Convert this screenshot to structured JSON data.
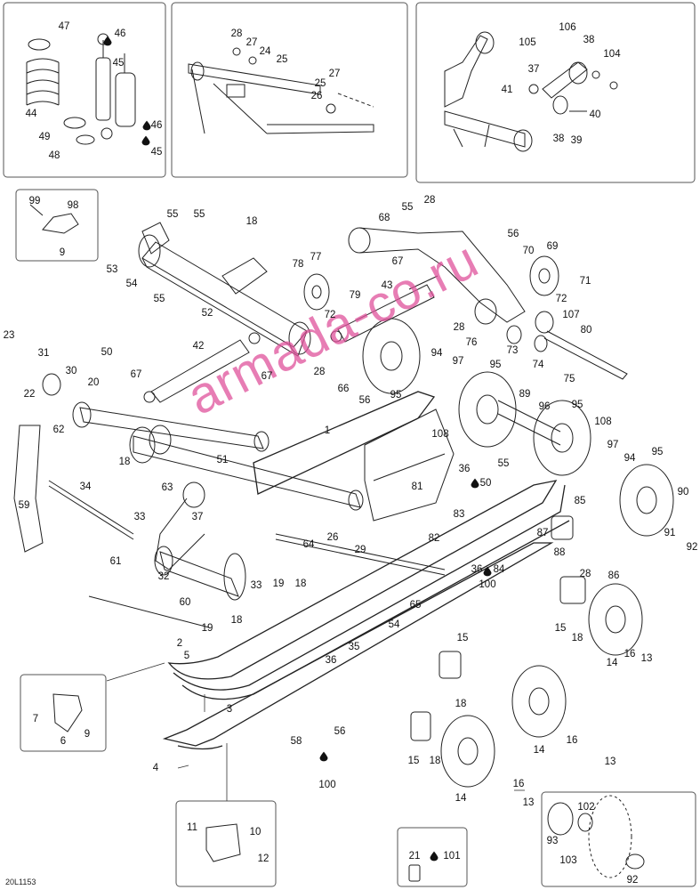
{
  "diagram": {
    "code": "20L1153",
    "watermark": "armada-co.ru"
  },
  "labels": [
    {
      "id": "l47",
      "text": "47"
    },
    {
      "id": "l46a",
      "text": "46"
    },
    {
      "id": "l45a",
      "text": "45"
    },
    {
      "id": "l44",
      "text": "44"
    },
    {
      "id": "l49",
      "text": "49"
    },
    {
      "id": "l48",
      "text": "48"
    },
    {
      "id": "l46b",
      "text": "46"
    },
    {
      "id": "l45b",
      "text": "45"
    },
    {
      "id": "l28a",
      "text": "28"
    },
    {
      "id": "l27a",
      "text": "27"
    },
    {
      "id": "l24",
      "text": "24"
    },
    {
      "id": "l25a",
      "text": "25"
    },
    {
      "id": "l27b",
      "text": "27"
    },
    {
      "id": "l25b",
      "text": "25"
    },
    {
      "id": "l26a",
      "text": "26"
    },
    {
      "id": "l106",
      "text": "106"
    },
    {
      "id": "l105",
      "text": "105"
    },
    {
      "id": "l38a",
      "text": "38"
    },
    {
      "id": "l104",
      "text": "104"
    },
    {
      "id": "l37a",
      "text": "37"
    },
    {
      "id": "l41",
      "text": "41"
    },
    {
      "id": "l40",
      "text": "40"
    },
    {
      "id": "l38b",
      "text": "38"
    },
    {
      "id": "l39",
      "text": "39"
    },
    {
      "id": "l99",
      "text": "99"
    },
    {
      "id": "l98",
      "text": "98"
    },
    {
      "id": "l9a",
      "text": "9"
    },
    {
      "id": "l55a",
      "text": "55"
    },
    {
      "id": "l55b",
      "text": "55"
    },
    {
      "id": "l18a",
      "text": "18"
    },
    {
      "id": "l53",
      "text": "53"
    },
    {
      "id": "l54a",
      "text": "54"
    },
    {
      "id": "l55c",
      "text": "55"
    },
    {
      "id": "l52",
      "text": "52"
    },
    {
      "id": "l78",
      "text": "78"
    },
    {
      "id": "l77",
      "text": "77"
    },
    {
      "id": "l72a",
      "text": "72"
    },
    {
      "id": "l79",
      "text": "79"
    },
    {
      "id": "l55d",
      "text": "55"
    },
    {
      "id": "l28b",
      "text": "28"
    },
    {
      "id": "l68",
      "text": "68"
    },
    {
      "id": "l56a",
      "text": "56"
    },
    {
      "id": "l70",
      "text": "70"
    },
    {
      "id": "l69",
      "text": "69"
    },
    {
      "id": "l67a",
      "text": "67"
    },
    {
      "id": "l43",
      "text": "43"
    },
    {
      "id": "l71",
      "text": "71"
    },
    {
      "id": "l72b",
      "text": "72"
    },
    {
      "id": "l107",
      "text": "107"
    },
    {
      "id": "l28c",
      "text": "28"
    },
    {
      "id": "l76",
      "text": "76"
    },
    {
      "id": "l80",
      "text": "80"
    },
    {
      "id": "l73",
      "text": "73"
    },
    {
      "id": "l74",
      "text": "74"
    },
    {
      "id": "l75",
      "text": "75"
    },
    {
      "id": "l23",
      "text": "23"
    },
    {
      "id": "l31",
      "text": "31"
    },
    {
      "id": "l50a",
      "text": "50"
    },
    {
      "id": "l42",
      "text": "42"
    },
    {
      "id": "l22",
      "text": "22"
    },
    {
      "id": "l30",
      "text": "30"
    },
    {
      "id": "l67b",
      "text": "67"
    },
    {
      "id": "l67c",
      "text": "67"
    },
    {
      "id": "l28d",
      "text": "28"
    },
    {
      "id": "l66",
      "text": "66"
    },
    {
      "id": "l56b",
      "text": "56"
    },
    {
      "id": "l94a",
      "text": "94"
    },
    {
      "id": "l97a",
      "text": "97"
    },
    {
      "id": "l95a",
      "text": "95"
    },
    {
      "id": "l95b",
      "text": "95"
    },
    {
      "id": "l89",
      "text": "89"
    },
    {
      "id": "l96",
      "text": "96"
    },
    {
      "id": "l95c",
      "text": "95"
    },
    {
      "id": "l108a",
      "text": "108"
    },
    {
      "id": "l108b",
      "text": "108"
    },
    {
      "id": "l20",
      "text": "20"
    },
    {
      "id": "l62",
      "text": "62"
    },
    {
      "id": "l1",
      "text": "1"
    },
    {
      "id": "l97b",
      "text": "97"
    },
    {
      "id": "l94b",
      "text": "94"
    },
    {
      "id": "l95d",
      "text": "95"
    },
    {
      "id": "l18b",
      "text": "18"
    },
    {
      "id": "l51",
      "text": "51"
    },
    {
      "id": "l36a",
      "text": "36"
    },
    {
      "id": "l55e",
      "text": "55"
    },
    {
      "id": "l81",
      "text": "81"
    },
    {
      "id": "l50b",
      "text": "50"
    },
    {
      "id": "l63",
      "text": "63"
    },
    {
      "id": "l85",
      "text": "85"
    },
    {
      "id": "l90",
      "text": "90"
    },
    {
      "id": "l34",
      "text": "34"
    },
    {
      "id": "l83",
      "text": "83"
    },
    {
      "id": "l91",
      "text": "91"
    },
    {
      "id": "l92a",
      "text": "92"
    },
    {
      "id": "l59",
      "text": "59"
    },
    {
      "id": "l37b",
      "text": "37"
    },
    {
      "id": "l33a",
      "text": "33"
    },
    {
      "id": "l82",
      "text": "82"
    },
    {
      "id": "l87",
      "text": "87"
    },
    {
      "id": "l64",
      "text": "64"
    },
    {
      "id": "l26b",
      "text": "26"
    },
    {
      "id": "l29",
      "text": "29"
    },
    {
      "id": "l88",
      "text": "88"
    },
    {
      "id": "l86",
      "text": "86"
    },
    {
      "id": "l61",
      "text": "61"
    },
    {
      "id": "l36b",
      "text": "36"
    },
    {
      "id": "l84",
      "text": "84"
    },
    {
      "id": "l28e",
      "text": "28"
    },
    {
      "id": "l100a",
      "text": "100"
    },
    {
      "id": "l32",
      "text": "32"
    },
    {
      "id": "l19a",
      "text": "19"
    },
    {
      "id": "l18c",
      "text": "18"
    },
    {
      "id": "l33b",
      "text": "33"
    },
    {
      "id": "l60",
      "text": "60"
    },
    {
      "id": "l65",
      "text": "65"
    },
    {
      "id": "l54b",
      "text": "54"
    },
    {
      "id": "l19b",
      "text": "19"
    },
    {
      "id": "l18d",
      "text": "18"
    },
    {
      "id": "l15a",
      "text": "15"
    },
    {
      "id": "l18e",
      "text": "18"
    },
    {
      "id": "l16a",
      "text": "16"
    },
    {
      "id": "l13a",
      "text": "13"
    },
    {
      "id": "l14a",
      "text": "14"
    },
    {
      "id": "l2",
      "text": "2"
    },
    {
      "id": "l5",
      "text": "5"
    },
    {
      "id": "l35",
      "text": "35"
    },
    {
      "id": "l36c",
      "text": "36"
    },
    {
      "id": "l15b",
      "text": "15"
    },
    {
      "id": "l18f",
      "text": "18"
    },
    {
      "id": "l7",
      "text": "7"
    },
    {
      "id": "l6",
      "text": "6"
    },
    {
      "id": "l9b",
      "text": "9"
    },
    {
      "id": "l3",
      "text": "3"
    },
    {
      "id": "l58",
      "text": "58"
    },
    {
      "id": "l56c",
      "text": "56"
    },
    {
      "id": "l16b",
      "text": "16"
    },
    {
      "id": "l13b",
      "text": "13"
    },
    {
      "id": "l15c",
      "text": "15"
    },
    {
      "id": "l18g",
      "text": "18"
    },
    {
      "id": "l14b",
      "text": "14"
    },
    {
      "id": "l4",
      "text": "4"
    },
    {
      "id": "l100b",
      "text": "100"
    },
    {
      "id": "l16c",
      "text": "16"
    },
    {
      "id": "l14c",
      "text": "14"
    },
    {
      "id": "l13c",
      "text": "13"
    },
    {
      "id": "l11",
      "text": "11"
    },
    {
      "id": "l10",
      "text": "10"
    },
    {
      "id": "l12",
      "text": "12"
    },
    {
      "id": "l21",
      "text": "21"
    },
    {
      "id": "l101",
      "text": "101"
    },
    {
      "id": "l102",
      "text": "102"
    },
    {
      "id": "l93",
      "text": "93"
    },
    {
      "id": "l103",
      "text": "103"
    },
    {
      "id": "l92b",
      "text": "92"
    }
  ]
}
